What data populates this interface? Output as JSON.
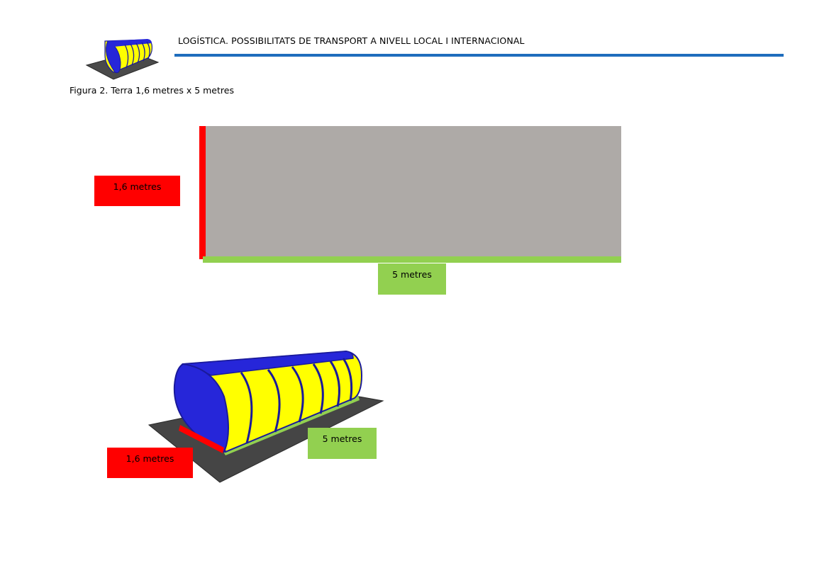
{
  "header": {
    "title": "LOGÍSTICA. POSSIBILITATS DE TRANSPORT A NIVELL LOCAL I INTERNACIONAL",
    "logo_icon": "tunnel-greenhouse-logo-icon",
    "rule_color": "#1f6dbd"
  },
  "figure": {
    "caption": "Figura 2. Terra 1,6 metres x 5 metres",
    "floor_color": "#aeaaa7",
    "width_label": "1,6 metres",
    "length_label": "5 metres",
    "width_color": "#ff0000",
    "length_color": "#92d050"
  },
  "illustration": {
    "icon": "tunnel-greenhouse-3d-icon",
    "width_label": "1,6 metres",
    "length_label": "5 metres"
  }
}
